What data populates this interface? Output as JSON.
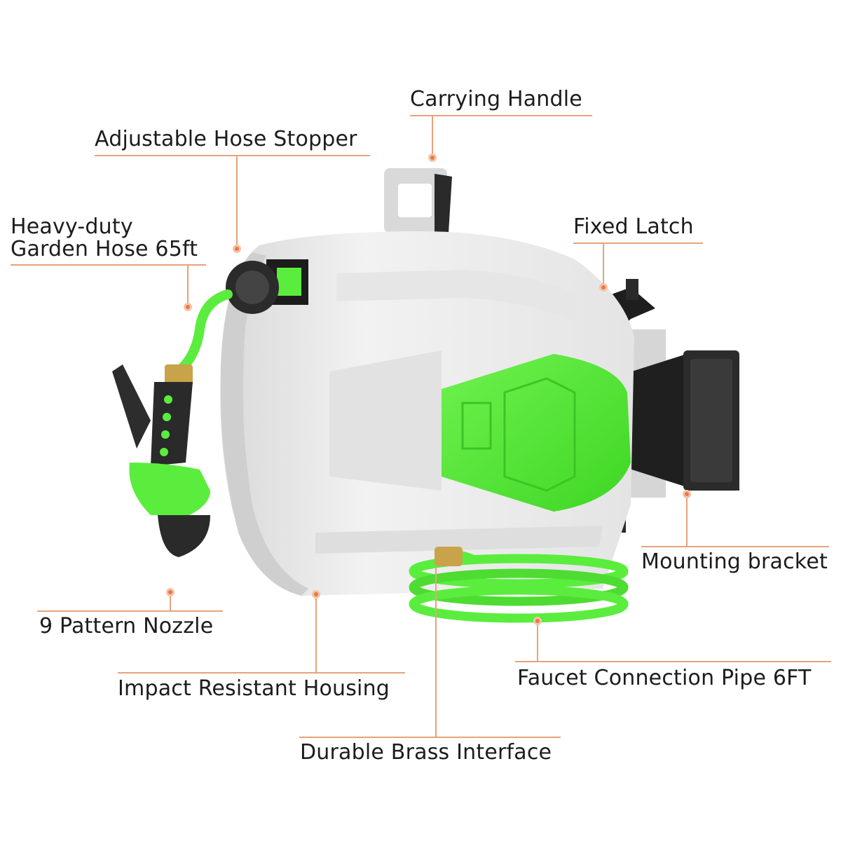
{
  "colors": {
    "leader_line": "#e8a27a",
    "leader_dot": "#e8784a",
    "accent_green": "#5bed3e",
    "housing_white": "#efefef",
    "dark_parts": "#232323"
  },
  "callouts": {
    "carrying_handle": "Carrying Handle",
    "adjustable_hose_stopper": "Adjustable Hose Stopper",
    "heavy_duty_hose_line1": "Heavy-duty",
    "heavy_duty_hose_line2": "Garden Hose 65ft",
    "fixed_latch": "Fixed Latch",
    "mounting_bracket": "Mounting bracket",
    "pattern_nozzle": "9 Pattern Nozzle",
    "impact_resistant_housing": "Impact Resistant Housing",
    "faucet_connection_pipe": "Faucet Connection Pipe 6FT",
    "durable_brass_interface": "Durable Brass Interface"
  },
  "product_parts": [
    "reel-housing",
    "carrying-handle",
    "hose-stopper",
    "spray-nozzle",
    "mounting-bracket",
    "fixed-latch",
    "faucet-pipe",
    "brass-connector"
  ]
}
